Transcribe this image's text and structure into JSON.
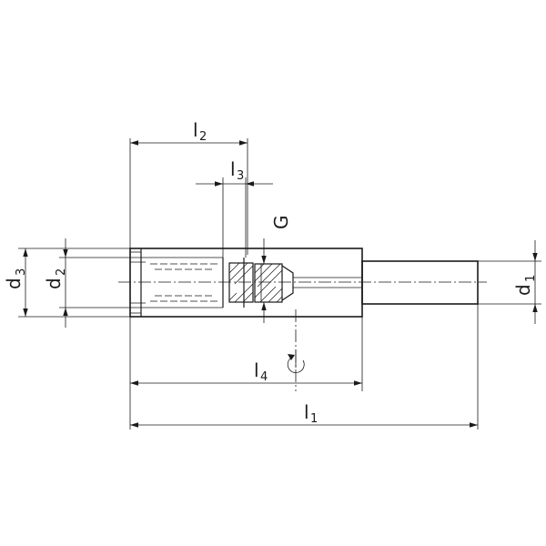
{
  "dimensions": {
    "l1": {
      "base": "l",
      "sub": "1"
    },
    "l2": {
      "base": "l",
      "sub": "2"
    },
    "l3": {
      "base": "l",
      "sub": "3"
    },
    "l4": {
      "base": "l",
      "sub": "4"
    },
    "d1": {
      "base": "d",
      "sub": "1"
    },
    "d2": {
      "base": "d",
      "sub": "2"
    },
    "d3": {
      "base": "d",
      "sub": "3"
    },
    "G": "G"
  },
  "icons": {
    "rotation": "rotation-direction-icon"
  }
}
